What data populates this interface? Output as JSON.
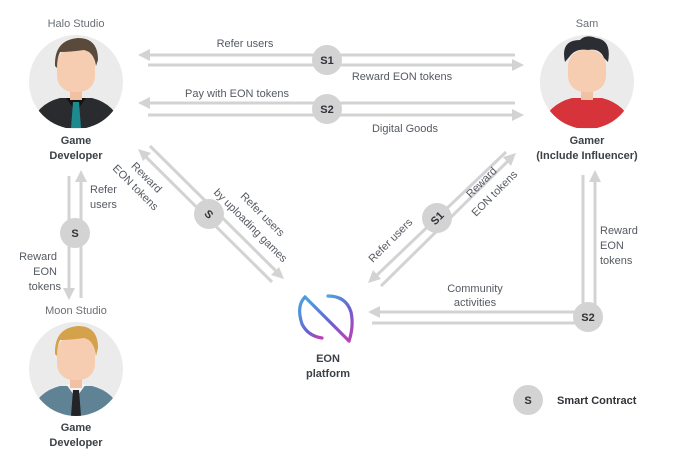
{
  "actors": {
    "halo": {
      "name": "Halo Studio",
      "role_line1": "Game",
      "role_line2": "Developer",
      "icon": "developer-avatar-dark-suit"
    },
    "sam": {
      "name": "Sam",
      "role_line1": "Gamer",
      "role_line2": "(Include Influencer)",
      "icon": "gamer-avatar-red-shirt"
    },
    "moon": {
      "name": "Moon Studio",
      "role_line1": "Game",
      "role_line2": "Developer",
      "icon": "developer-avatar-blue-shirt"
    },
    "eon": {
      "name_line1": "EON",
      "name_line2": "platform",
      "icon": "eon-logo"
    }
  },
  "flows": {
    "halo_sam_s1": {
      "node": "S1",
      "top_label": "Refer users",
      "bottom_label": "Reward EON tokens"
    },
    "halo_sam_s2": {
      "node": "S2",
      "top_label": "Pay with EON tokens",
      "bottom_label": "Digital Goods"
    },
    "halo_moon": {
      "node": "S",
      "right_line1": "Refer",
      "right_line2": "users",
      "left_line1": "Reward",
      "left_line2": "EON",
      "left_line3": "tokens"
    },
    "halo_eon": {
      "node": "S",
      "left_line1": "Reward",
      "left_line2": "EON tokens",
      "right_line1": "Refer users",
      "right_line2": "by uploading games"
    },
    "sam_eon": {
      "node": "S1",
      "left_label": "Refer users",
      "right_line1": "Reward",
      "right_line2": "EON tokens"
    },
    "sam_eon_community": {
      "node": "S2",
      "bottom_line1": "Community",
      "bottom_line2": "activities",
      "right_line1": "Reward",
      "right_line2": "EON",
      "right_line3": "tokens"
    }
  },
  "legend": {
    "node": "S",
    "label": "Smart Contract"
  },
  "colors": {
    "arrow": "#d3d3d3",
    "node": "#d3d3d3",
    "avatar_bg": "#ebebeb",
    "skin": "#f6cdb0",
    "sam_shirt": "#d6343a",
    "moon_shirt": "#5f8395",
    "halo_tie": "#1d8a8f",
    "eon_gradient_start": "#4aa6e0",
    "eon_gradient_end": "#b23fb8"
  }
}
